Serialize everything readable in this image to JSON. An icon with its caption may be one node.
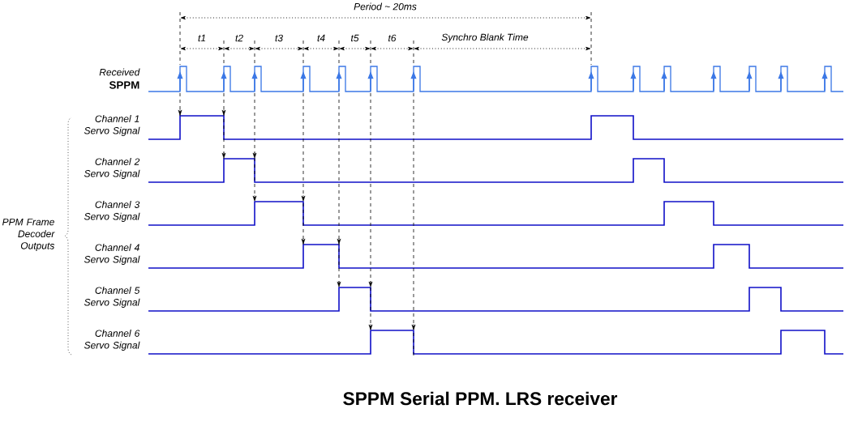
{
  "diagram": {
    "title": "SPPM Serial PPM. LRS receiver",
    "labels": [
      "Period ~ 20ms",
      "t1",
      "t2",
      "t3",
      "t4",
      "t5",
      "t6",
      "Synchro Blank Time",
      "Received",
      "SPPM",
      "Channel 1 Servo Signal",
      "Channel 2 Servo Signal",
      "Channel 3 Servo Signal",
      "Channel 4 Servo Signal",
      "Channel 5 Servo Signal",
      "Channel 6 Servo Signal",
      "PPM Frame Decoder Outputs"
    ]
  }
}
